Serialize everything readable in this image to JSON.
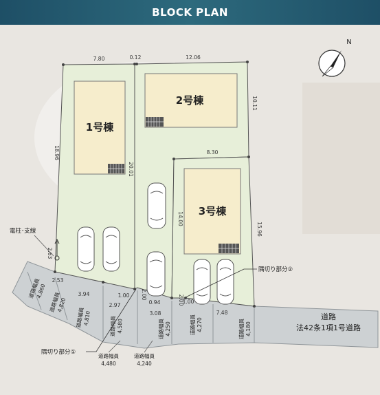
{
  "title": "BLOCK PLAN",
  "buildings": [
    "1号棟",
    "2号棟",
    "3号棟"
  ],
  "dimensions": {
    "top_lot1": "7.80",
    "top_gap": "0.12",
    "top_lot2": "12.06",
    "left_lot1": "18.96",
    "lot1_right": "20.01",
    "lot2_right": "10.11",
    "lot3_top": "8.30",
    "lot3_left": "14.00",
    "lot3_right": "15.96",
    "lower_left": "2.63",
    "bottom_a": "2.53",
    "bottom_b": "3.94",
    "bottom_c": "1.00",
    "bottom_d": "2.97",
    "bottom_e": "2.00",
    "bottom_f": "0.94",
    "bottom_g": "3.08",
    "bottom_h": "2.00",
    "bottom_i": "1.00",
    "bottom_j": "7.48"
  },
  "labels": {
    "utility_pole": "電柱･支線",
    "corner_cut_1": "隅切り部分①",
    "corner_cut_2": "隅切り部分②"
  },
  "road_width_title": "道路幅員",
  "road_widths": [
    "4,860",
    "4,820",
    "4,810",
    "4,580",
    "4,480",
    "4,240",
    "4,250",
    "4,270",
    "4,180"
  ],
  "road": {
    "title": "道路",
    "subtitle": "法42条1項1号道路"
  },
  "compass": {
    "label": "N"
  },
  "colors": {
    "header": "#1e4f66",
    "site": "#e7efd9",
    "building": "#f6edcc",
    "road": "#cdd1d3",
    "lines": "#555555"
  }
}
